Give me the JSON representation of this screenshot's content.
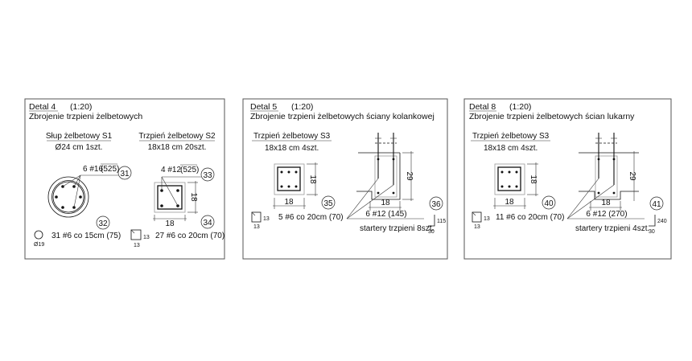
{
  "details": [
    {
      "title": "Detal  4",
      "scale": "(1:20)",
      "subtitle": "Zbrojenie trzpieni żelbetowych",
      "elements": [
        {
          "name": "Słup żelbetowy S1",
          "spec": "Ø24 cm  1szt.",
          "main_bars": "6 #16",
          "main_len": "(525)",
          "main_mark": "31",
          "stirrup_mark": "32",
          "stirrup": "31 #6 co 15cm (75)",
          "stirrup_dim": "Ø19"
        },
        {
          "name": "Trzpień żelbetowy S2",
          "spec": "18x18 cm  20szt.",
          "main_bars": "4 #12",
          "main_len": "(525)",
          "main_mark": "33",
          "stirrup_mark": "34",
          "stirrup": "27 #6 co 20cm (70)",
          "dim_w": "18",
          "dim_h": "18",
          "stirrup_dim_a": "13",
          "stirrup_dim_b": "13"
        }
      ]
    },
    {
      "title": "Detal  5",
      "scale": "(1:20)",
      "subtitle": "Zbrojenie trzpieni żelbetowych ściany kolankowej",
      "element": {
        "name": "Trzpień żelbetowy S3",
        "spec": "18x18 cm  4szt.",
        "dim_w": "18",
        "dim_h": "18",
        "mark": "35",
        "stirrup": "5 #6 co 20cm (70)",
        "stirrup_dim_a": "13",
        "stirrup_dim_b": "13"
      },
      "starter": {
        "mark": "36",
        "dim_h": "29",
        "dim_w": "18",
        "bars": "6 #12 (145)",
        "label": "startery trzpieni  8szt.",
        "hook_a": "115",
        "hook_b": "30"
      }
    },
    {
      "title": "Detal  8",
      "scale": "(1:20)",
      "subtitle": "Zbrojenie trzpieni żelbetowych ścian lukarny",
      "element": {
        "name": "Trzpień żelbetowy S3",
        "spec": "18x18 cm  4szt.",
        "dim_w": "18",
        "dim_h": "18",
        "mark": "40",
        "stirrup": "11 #6 co 20cm (70)",
        "stirrup_dim_a": "13",
        "stirrup_dim_b": "13"
      },
      "starter": {
        "mark": "41",
        "dim_h": "29",
        "dim_w": "18",
        "bars": "6 #12 (270)",
        "label": "startery trzpieni  4szt.",
        "hook_a": "240",
        "hook_b": "30"
      }
    }
  ]
}
